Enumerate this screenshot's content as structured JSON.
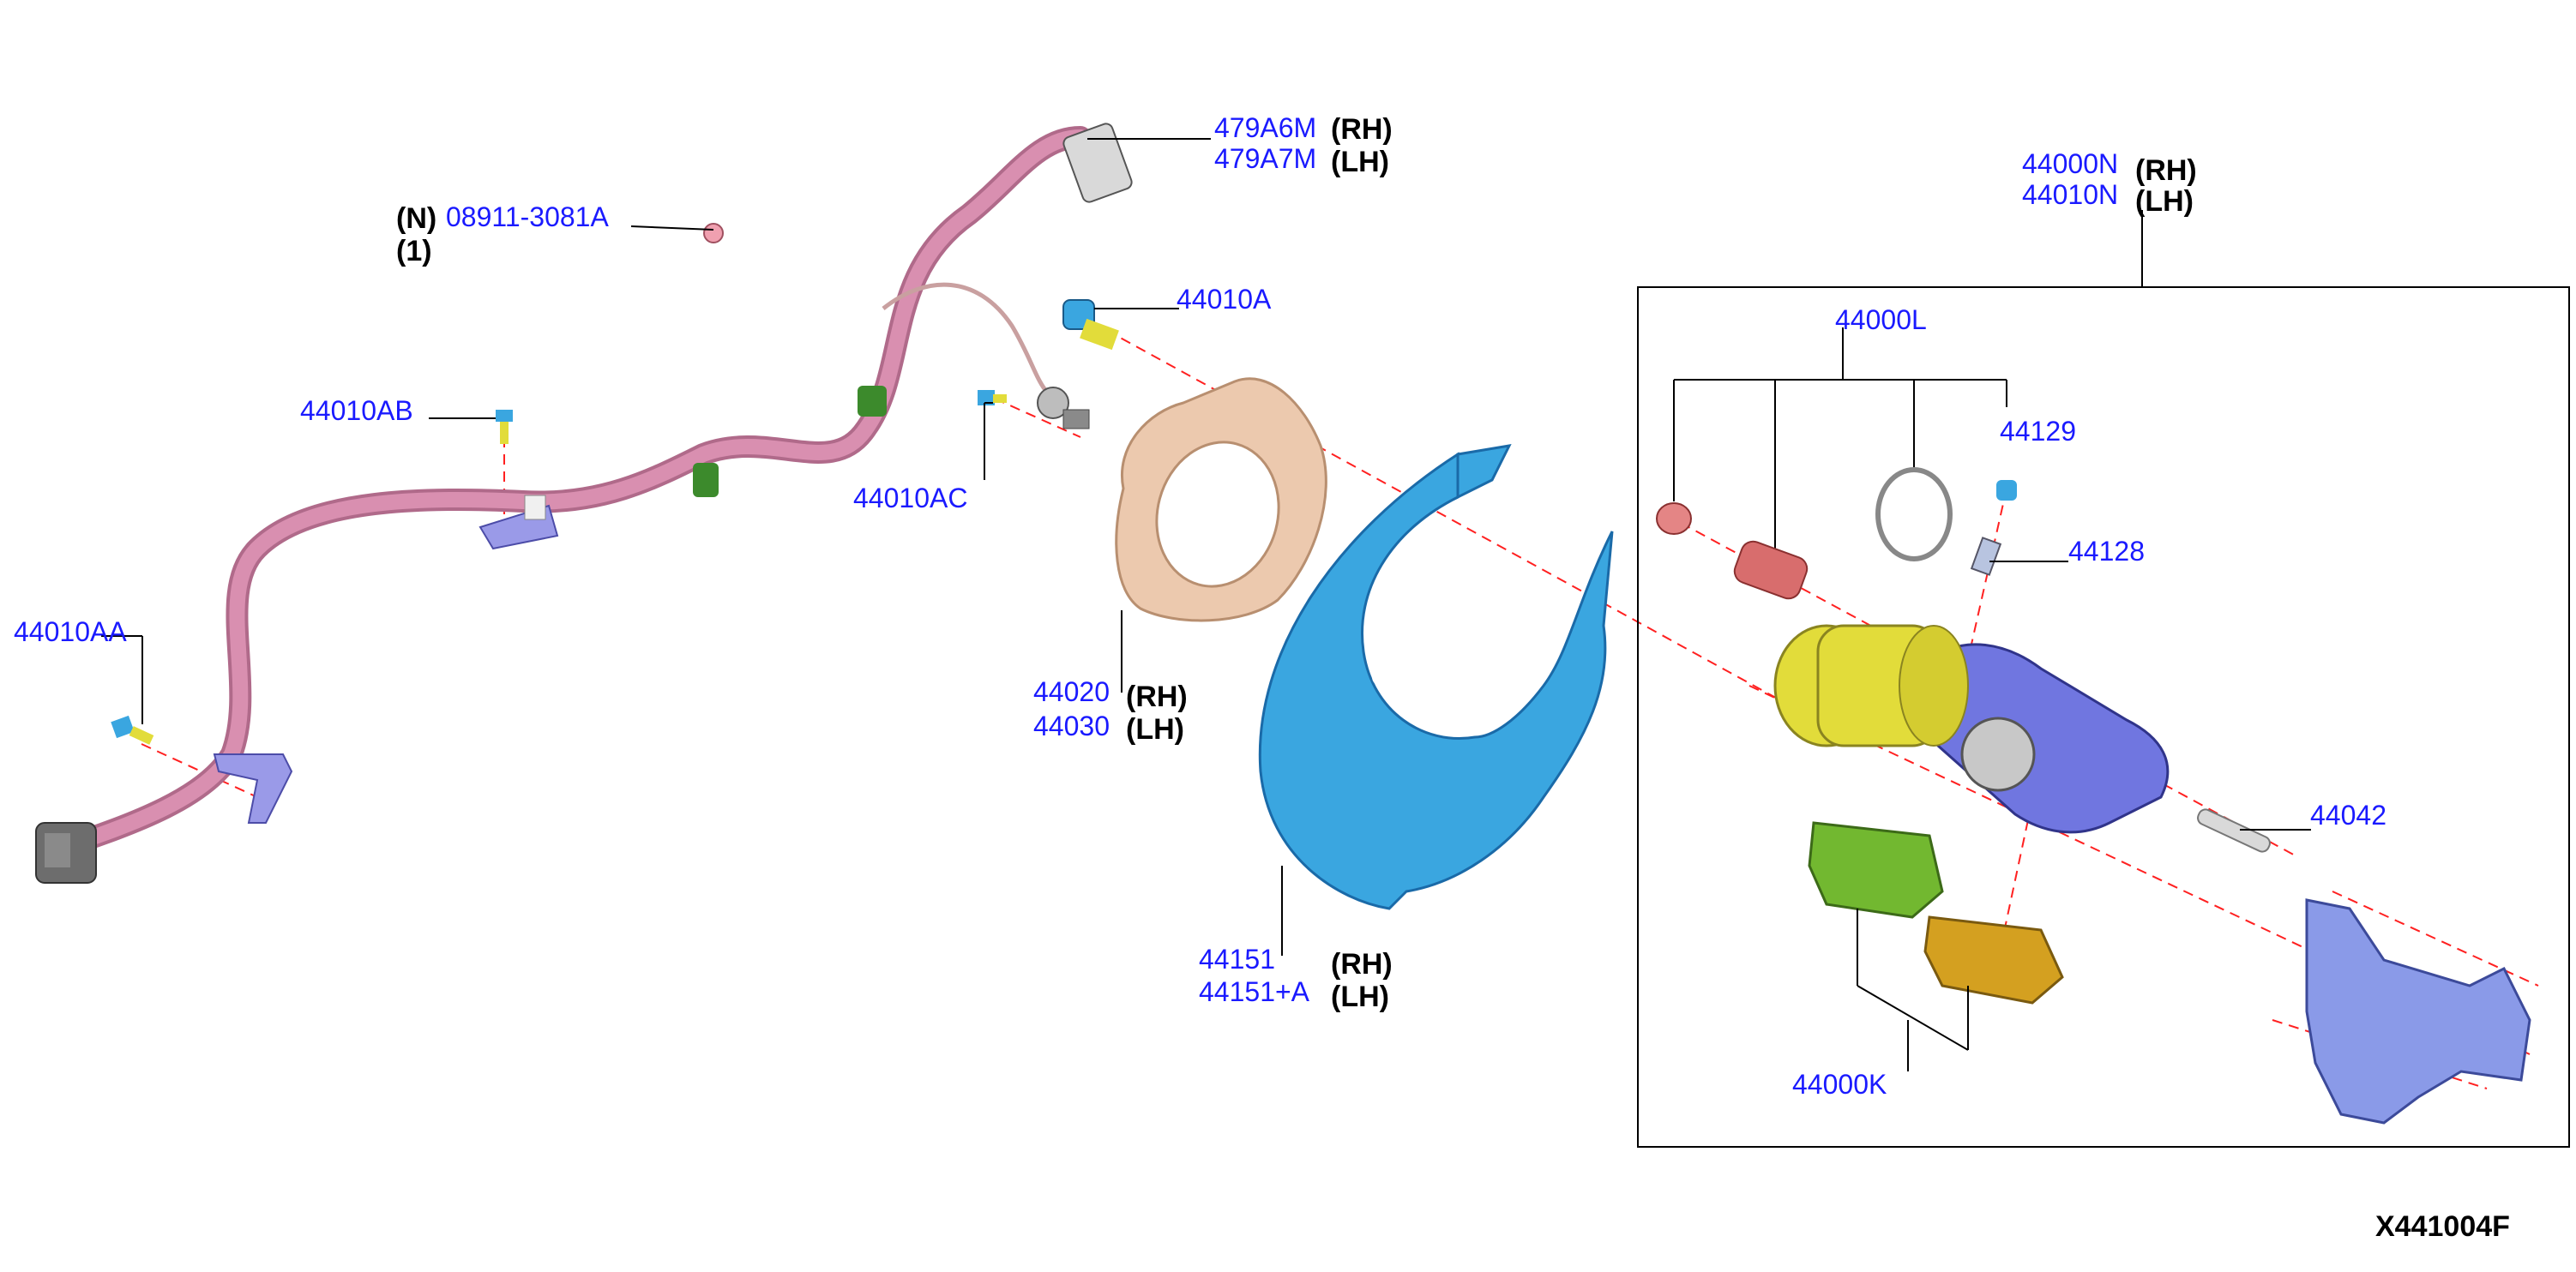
{
  "labels": {
    "n_mark": "(N)",
    "qty_one": "(1)",
    "p08911": "08911-3081A",
    "p479a6m": "479A6M",
    "p479a7m": "479A7M",
    "p44010a": "44010A",
    "p44010ab": "44010AB",
    "p44010ac": "44010AC",
    "p44010aa": "44010AA",
    "p44020": "44020",
    "p44030": "44030",
    "p44151": "44151",
    "p44151a": "44151+A",
    "p44000n": "44000N",
    "p44010n": "44010N",
    "p44000l": "44000L",
    "p44129": "44129",
    "p44128": "44128",
    "p44042": "44042",
    "p44000k": "44000K",
    "rh": "(RH)",
    "lh": "(LH)",
    "diagram_code": "X441004F"
  },
  "colors": {
    "harness": "#d98fb0",
    "bracket": "#9a9ae8",
    "backing_plate": "#e8c4a8",
    "dust_shield": "#3aa6e0",
    "caliper": "#6f74e0",
    "piston_motor": "#e2dc3a",
    "pad_inner": "#72b830",
    "pad_outer": "#d4a020",
    "label_blue": "#1a1aff",
    "dash_red": "#ff2020"
  }
}
